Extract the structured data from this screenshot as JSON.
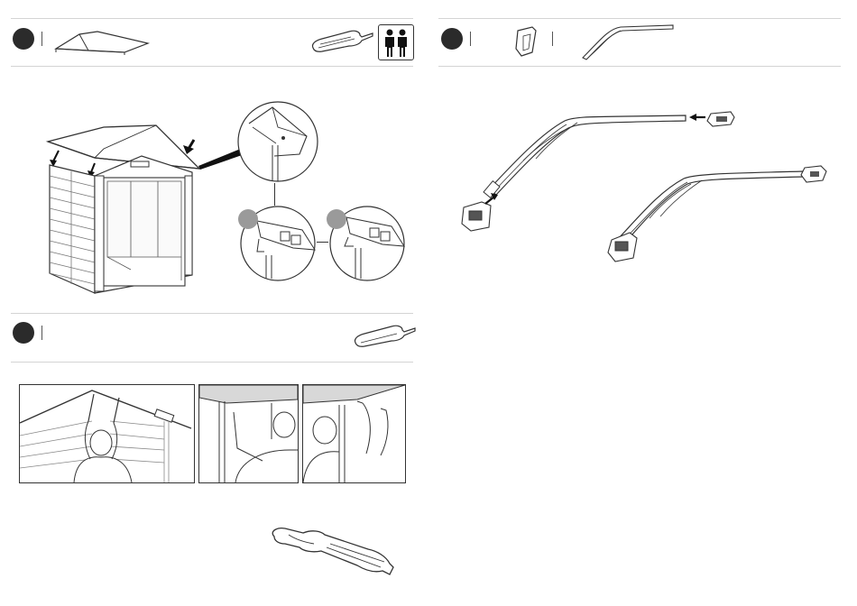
{
  "steps": [
    {
      "number": "",
      "position": "top-left"
    },
    {
      "number": "",
      "position": "top-right"
    },
    {
      "number": "",
      "position": "mid-left"
    }
  ],
  "icons": {
    "screwdriver": "screwdriver-icon",
    "two_people": "two-people-icon",
    "roof_panel": "roof-panel-icon",
    "gable_bracket": "gable-bracket-icon",
    "roof_beam": "roof-beam-icon"
  },
  "colors": {
    "step_badge": "#2b2b2b",
    "sub_dot": "#9a9a9a",
    "divider": "#d4d4d4",
    "line_art": "#333333"
  }
}
